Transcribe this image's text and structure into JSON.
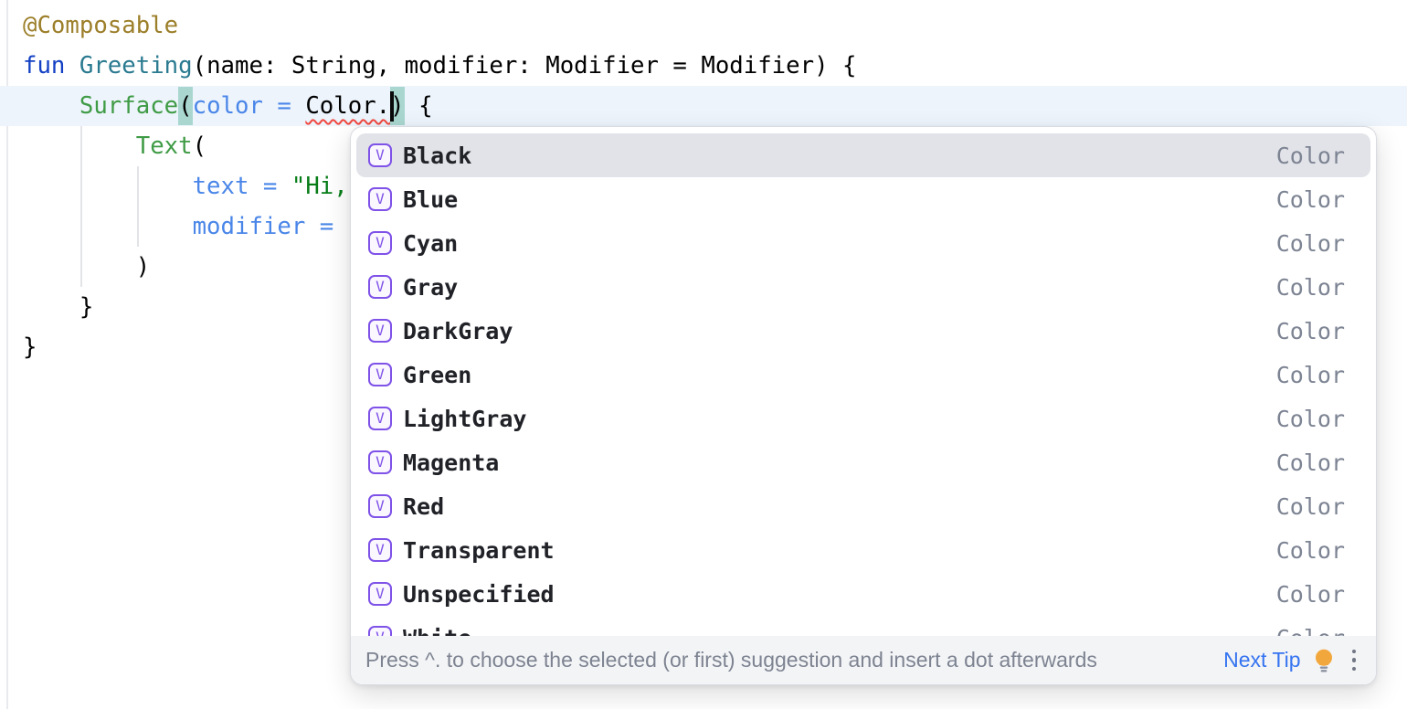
{
  "editor": {
    "lines": [
      {
        "tokens": [
          {
            "t": "@Composable",
            "s": "annotation"
          }
        ]
      },
      {
        "tokens": [
          {
            "t": "fun",
            "s": "keyword"
          },
          {
            "t": " ",
            "s": "plain"
          },
          {
            "t": "Greeting",
            "s": "function-declaration"
          },
          {
            "t": "(name: String, modifier: Modifier = Modifier) {",
            "s": "plain"
          }
        ]
      },
      {
        "tokens": [
          {
            "t": "    ",
            "s": "plain"
          },
          {
            "t": "Surface",
            "s": "composable-call"
          },
          {
            "t": "(",
            "s": "matched-paren"
          },
          {
            "t": "color = ",
            "s": "named-argument"
          },
          {
            "t": "Color.",
            "s": "unresolved-error"
          },
          {
            "t": ")",
            "s": "matched-paren"
          },
          {
            "t": " {",
            "s": "plain"
          }
        ]
      },
      {
        "tokens": [
          {
            "t": "        ",
            "s": "plain"
          },
          {
            "t": "Text",
            "s": "composable-call"
          },
          {
            "t": "(",
            "s": "plain"
          }
        ]
      },
      {
        "tokens": [
          {
            "t": "            ",
            "s": "plain"
          },
          {
            "t": "text = ",
            "s": "named-argument"
          },
          {
            "t": "\"Hi,",
            "s": "string"
          }
        ]
      },
      {
        "tokens": [
          {
            "t": "            ",
            "s": "plain"
          },
          {
            "t": "modifier = ",
            "s": "named-argument"
          }
        ]
      },
      {
        "tokens": [
          {
            "t": "        )",
            "s": "plain"
          }
        ]
      },
      {
        "tokens": [
          {
            "t": "    }",
            "s": "plain"
          }
        ]
      },
      {
        "tokens": [
          {
            "t": "}",
            "s": "plain"
          }
        ]
      }
    ],
    "palette": {
      "annotation": "#9c7f2a",
      "keyword": "#1340c4",
      "function_declaration": "#2a7a90",
      "composable_call": "#3f9b45",
      "named_argument": "#4a86e8",
      "string": "#067d17",
      "error_underline": "#f0483f",
      "matched_paren_bg": "#a9d7cf",
      "caret_row_bg": "#edf4fc"
    }
  },
  "completion_popup": {
    "icon_letter": "V",
    "accent_color": "#7f52e8",
    "selected_bg": "#e2e3e8",
    "items": [
      {
        "label": "Black",
        "type": "Color",
        "selected": true
      },
      {
        "label": "Blue",
        "type": "Color",
        "selected": false
      },
      {
        "label": "Cyan",
        "type": "Color",
        "selected": false
      },
      {
        "label": "Gray",
        "type": "Color",
        "selected": false
      },
      {
        "label": "DarkGray",
        "type": "Color",
        "selected": false
      },
      {
        "label": "Green",
        "type": "Color",
        "selected": false
      },
      {
        "label": "LightGray",
        "type": "Color",
        "selected": false
      },
      {
        "label": "Magenta",
        "type": "Color",
        "selected": false
      },
      {
        "label": "Red",
        "type": "Color",
        "selected": false
      },
      {
        "label": "Transparent",
        "type": "Color",
        "selected": false
      },
      {
        "label": "Unspecified",
        "type": "Color",
        "selected": false
      },
      {
        "label": "White",
        "type": "Color",
        "selected": false
      }
    ],
    "hint_bar": {
      "hint": "Press ^. to choose the selected (or first) suggestion and insert a dot afterwards",
      "next_tip_label": "Next Tip",
      "link_color": "#3574f0"
    }
  }
}
